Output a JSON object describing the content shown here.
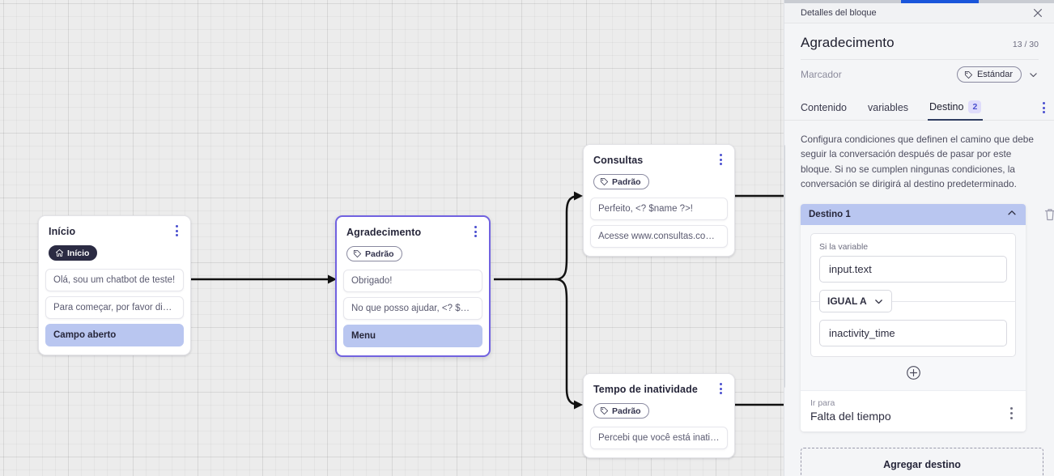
{
  "canvas": {
    "nodes": [
      {
        "id": "inicio",
        "title": "Início",
        "tag": "Início",
        "tag_icon": "home-icon",
        "tag_style": "start",
        "selected": false,
        "messages": [
          {
            "text": "Olá, sou um chatbot de teste!",
            "highlight": false
          },
          {
            "text": "Para começar, por favor digite o ...",
            "highlight": false
          },
          {
            "text": "Campo aberto",
            "highlight": true
          }
        ]
      },
      {
        "id": "agradecimento",
        "title": "Agradecimento",
        "tag": "Padrão",
        "tag_icon": "tag-icon",
        "tag_style": "default",
        "selected": true,
        "messages": [
          {
            "text": "Obrigado!",
            "highlight": false
          },
          {
            "text": "No que posso ajudar, <? $name ...",
            "highlight": false
          },
          {
            "text": "Menu",
            "highlight": true
          }
        ]
      },
      {
        "id": "consultas",
        "title": "Consultas",
        "tag": "Padrão",
        "tag_icon": "tag-icon",
        "tag_style": "default",
        "selected": false,
        "messages": [
          {
            "text": "Perfeito, <? $name ?>!",
            "highlight": false
          },
          {
            "text": "Acesse www.consultas.com par...",
            "highlight": false
          }
        ]
      },
      {
        "id": "tempo-de-inatividade",
        "title": "Tempo de inatividade",
        "tag": "Padrão",
        "tag_icon": "tag-icon",
        "tag_style": "default",
        "selected": false,
        "messages": [
          {
            "text": "Percebi que você está inativo. C...",
            "highlight": false
          }
        ]
      }
    ]
  },
  "panel": {
    "header_title": "Detalles del bloque",
    "close_icon": "close-icon",
    "title": "Agradecimento",
    "counter": "13 / 30",
    "marker_label": "Marcador",
    "marker_value": "Estándar",
    "marker_icon": "tag-icon",
    "marker_chevron": "chevron-down-icon",
    "tabs": [
      {
        "label": "Contenido",
        "active": false,
        "badge": ""
      },
      {
        "label": "variables",
        "active": false,
        "badge": ""
      },
      {
        "label": "Destino",
        "active": true,
        "badge": "2"
      }
    ],
    "tabs_more_icon": "more-vertical-icon",
    "description": "Configura condiciones que definen el camino que debe seguir la conversación después de pasar por este bloque. Si no se cumplen ningunas condiciones, la conversación se dirigirá al destino predeterminado.",
    "destination": {
      "header_label": "Destino 1",
      "collapse_icon": "chevron-up-icon",
      "delete_icon": "trash-icon",
      "condition_label": "Si la variable",
      "variable_value": "input.text",
      "operator_value": "IGUAL A",
      "operator_chevron": "chevron-down-icon",
      "compare_value": "inactivity_time",
      "add_condition_icon": "plus-circle-icon",
      "goto_label": "Ir para",
      "goto_value": "Falta del tiempo",
      "goto_menu_icon": "more-vertical-icon"
    },
    "add_destination_label": "Agregar destino"
  },
  "colors": {
    "accent_purple": "#4a4fcf",
    "selected_border": "#7162e0",
    "highlight_blue": "#b9c6f0",
    "tab_underline": "#2f3d61",
    "top_bar_blue": "#1a56db",
    "canvas_bg": "#ececec",
    "panel_bg": "#f4f5f7"
  }
}
